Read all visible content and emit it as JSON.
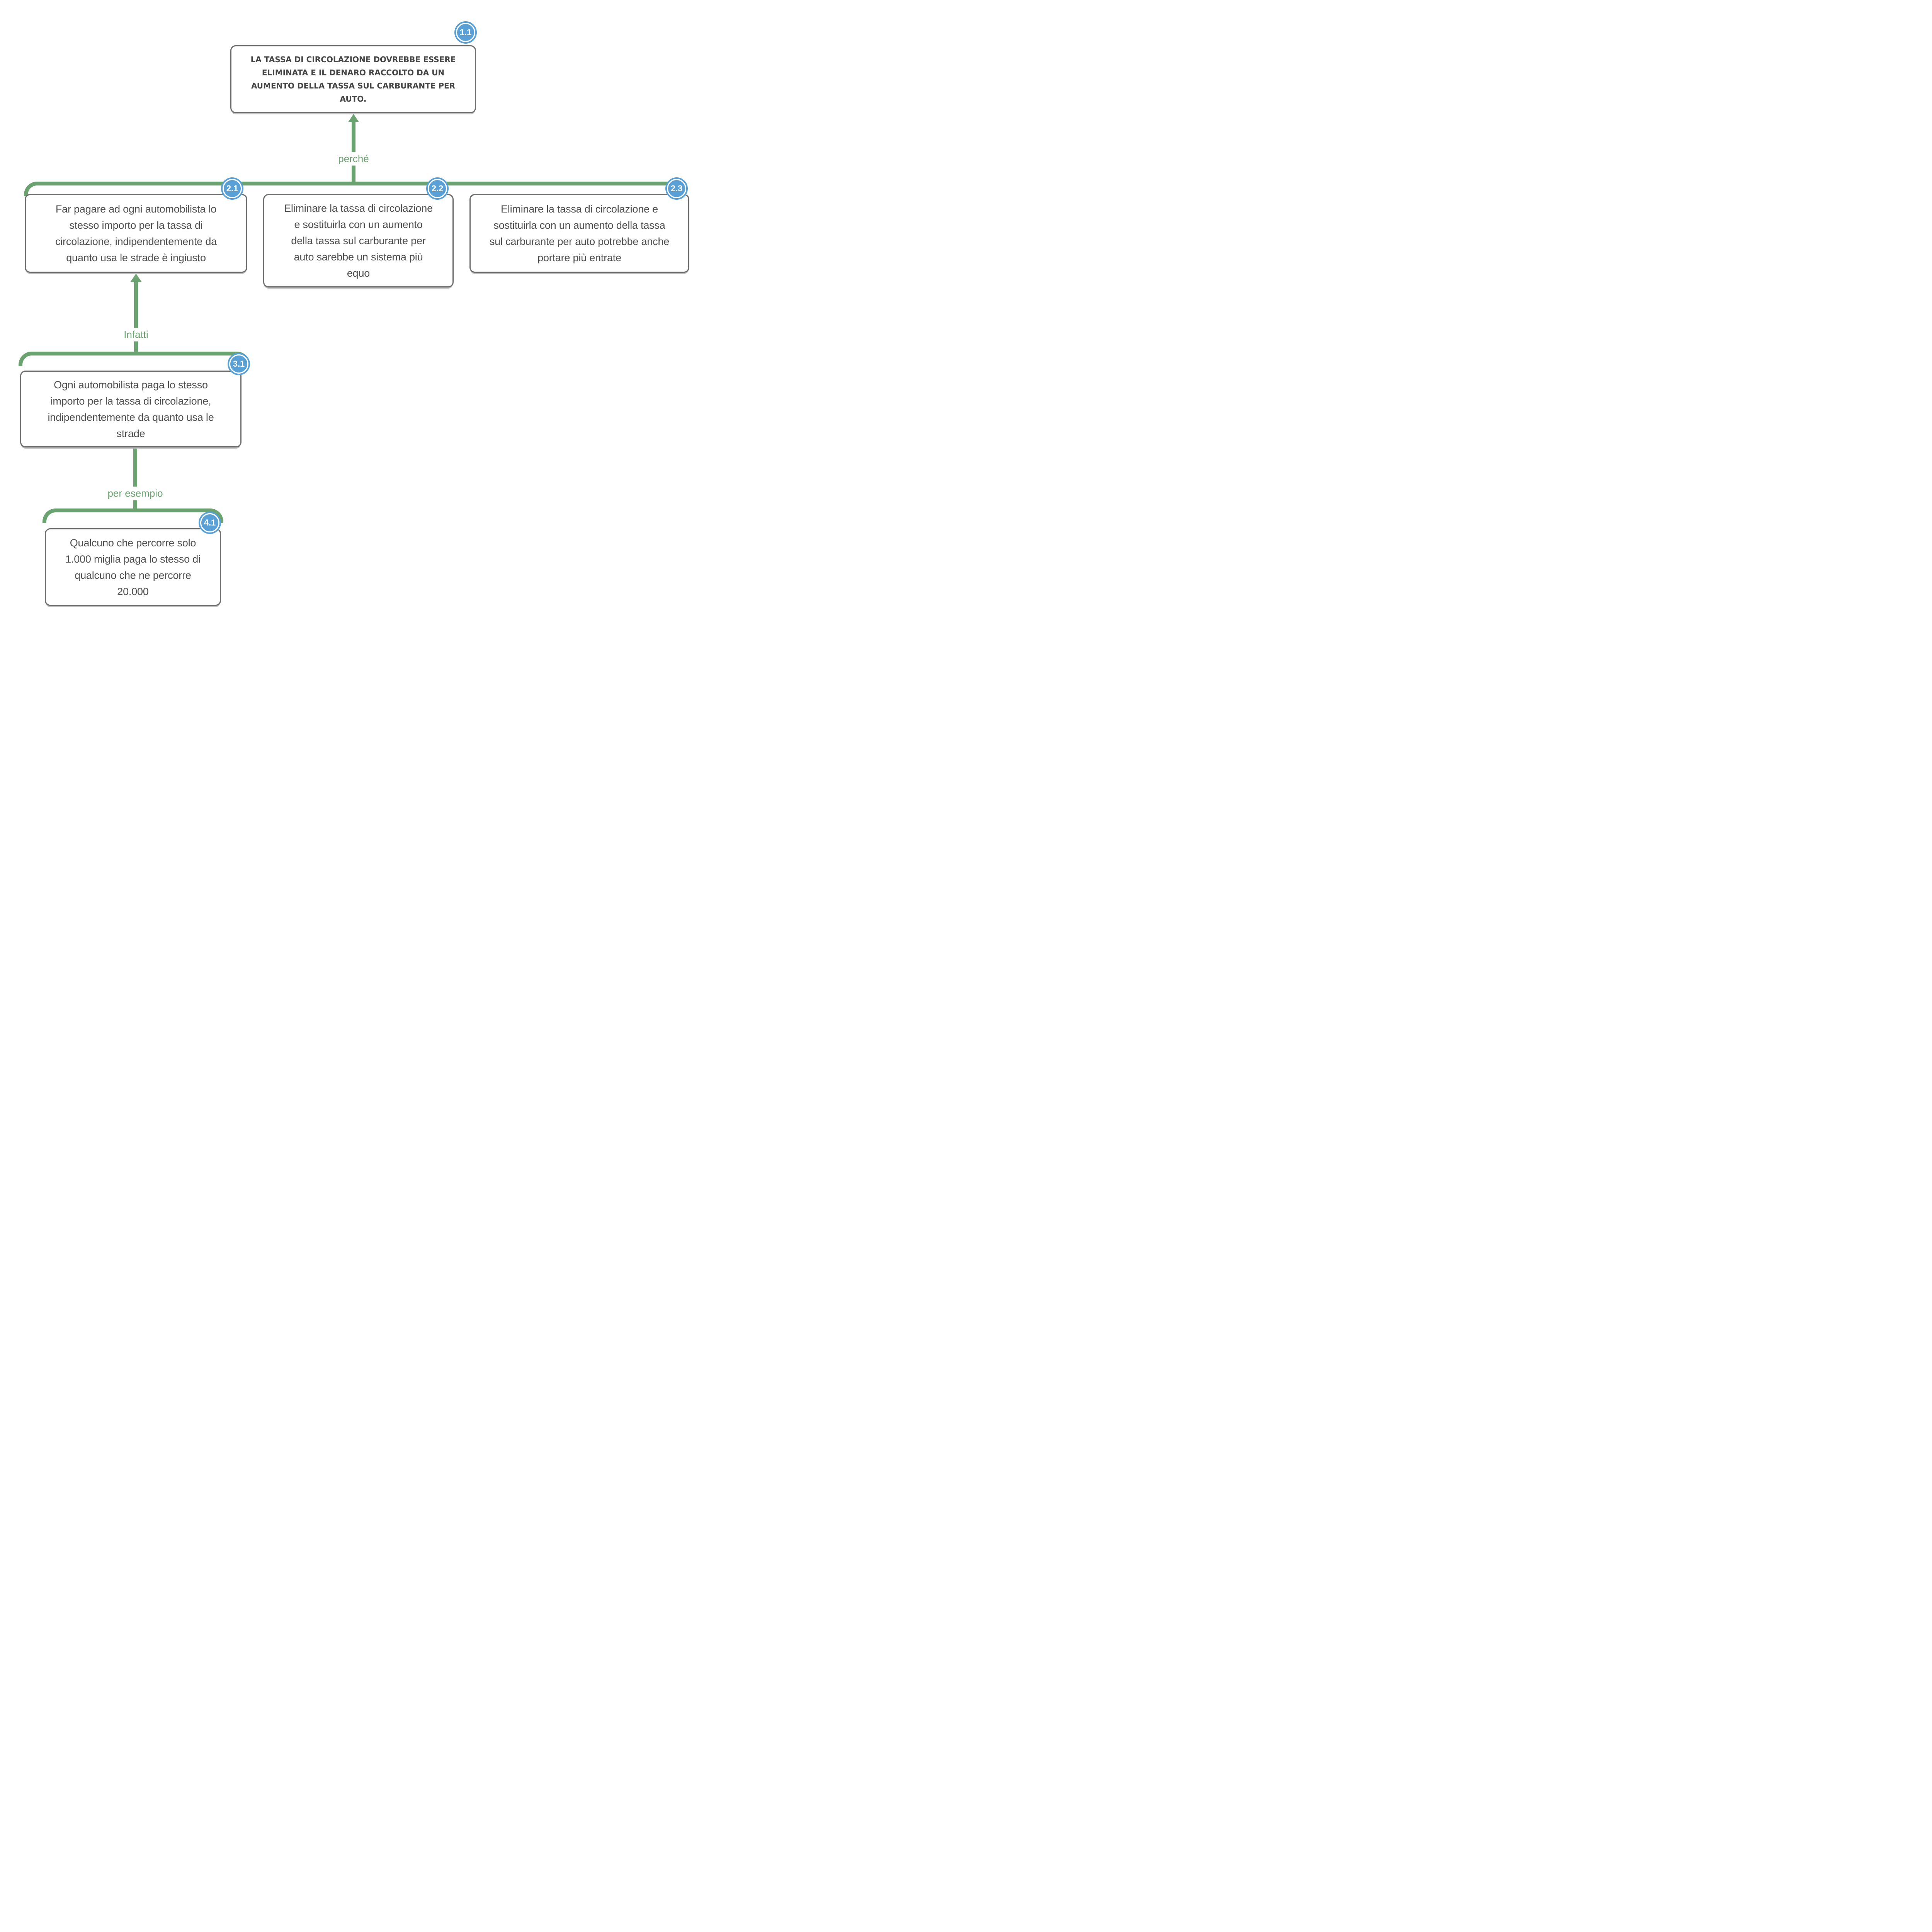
{
  "diagram": {
    "nodes": {
      "n11": {
        "id": "1.1",
        "text": "La tassa di circolazione dovrebbe essere eliminata e il denaro raccolto da un aumento della tassa sul carburante per auto."
      },
      "n21": {
        "id": "2.1",
        "text": "Far pagare ad ogni automobilista lo stesso importo per la tassa di circolazione, indipendentemente da quanto usa le strade è ingiusto"
      },
      "n22": {
        "id": "2.2",
        "text": "Eliminare la tassa di circolazione e sostituirla con un aumento della tassa sul carburante per auto sarebbe un sistema più equo"
      },
      "n23": {
        "id": "2.3",
        "text": "Eliminare la tassa di circolazione e sostituirla con un aumento della tassa sul carburante per auto potrebbe anche portare più entrate"
      },
      "n31": {
        "id": "3.1",
        "text": "Ogni automobilista paga lo stesso importo per la tassa di circolazione, indipendentemente da quanto usa le strade"
      },
      "n41": {
        "id": "4.1",
        "text": "Qualcuno che percorre solo 1.000 miglia paga lo stesso di qualcuno che ne percorre 20.000"
      }
    },
    "connectors": {
      "why": {
        "label": "perché"
      },
      "infatti": {
        "label": "Infatti"
      },
      "esempio": {
        "label": "per esempio"
      }
    },
    "colors": {
      "green": "#6AA36F",
      "blue": "#58A0D6",
      "box_border": "#6E6E6E",
      "text": "#4F4F4F"
    }
  }
}
